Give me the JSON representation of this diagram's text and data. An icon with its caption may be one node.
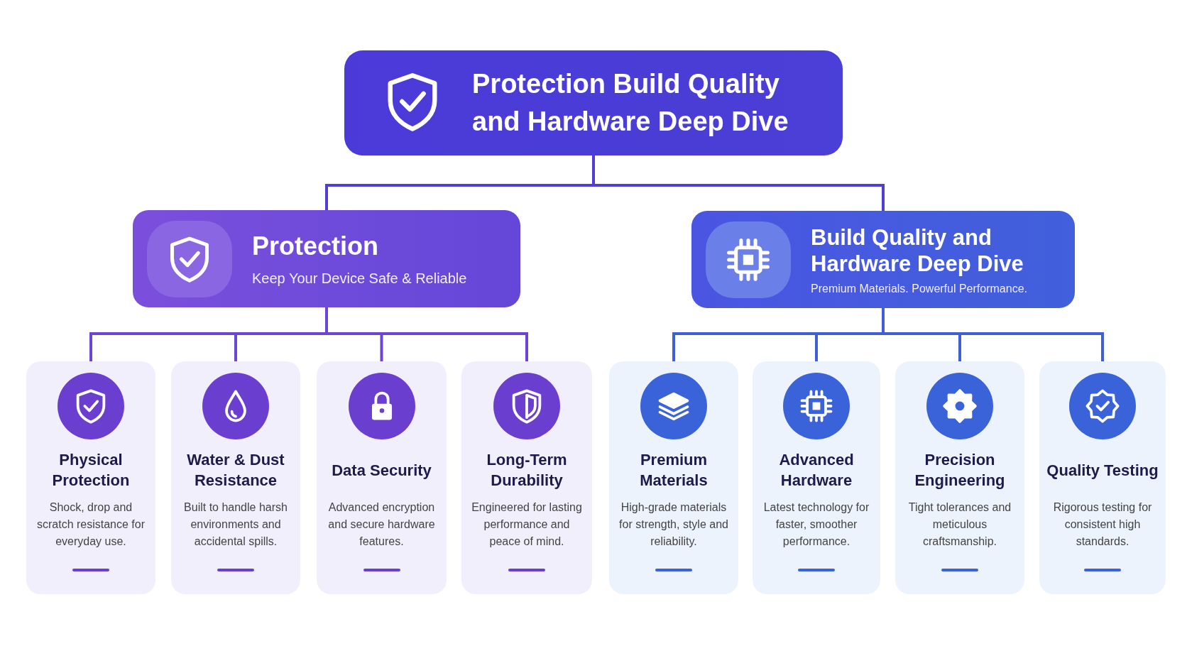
{
  "diagram": {
    "nodes": [
      {
        "text": [
          "Protection Build Quality and Hardware Deep Dive"
        ]
      },
      {
        "text": [
          "Protection",
          "Keep Your Device Safe & Reliable"
        ]
      },
      {
        "text": [
          "Build Quality and Hardware Deep Dive",
          "Premium Materials. Powerful Performance."
        ]
      },
      {
        "text": [
          "Physical Protection",
          "Shock, drop and scratch resistance for everyday use."
        ]
      },
      {
        "text": [
          "Water & Dust Resistance",
          "Built to handle harsh environments and accidental spills."
        ]
      },
      {
        "text": [
          "Data Security",
          "Advanced encryption and secure hardware features."
        ]
      },
      {
        "text": [
          "Long-Term Durability",
          "Engineered for lasting performance and peace of mind."
        ]
      },
      {
        "text": [
          "Premium Materials",
          "High-grade materials for strength, style and reliability."
        ]
      },
      {
        "text": [
          "Advanced Hardware",
          "Latest technology for faster, smoother performance."
        ]
      },
      {
        "text": [
          "Precision Engineering",
          "Tight tolerances and meticulous craftsmanship."
        ]
      },
      {
        "text": [
          "Quality Testing",
          "Rigorous testing for consistent high standards."
        ]
      }
    ],
    "edges": [
      {
        "from": 0,
        "to": 1,
        "arrow": "none",
        "color": "#4f3fd6"
      },
      {
        "from": 0,
        "to": 2,
        "arrow": "none",
        "color": "#4f3fd6"
      },
      {
        "from": 1,
        "to": 3,
        "arrow": "none",
        "color": "#6a45d6"
      },
      {
        "from": 1,
        "to": 4,
        "arrow": "none",
        "color": "#6a45d6"
      },
      {
        "from": 1,
        "to": 5,
        "arrow": "none",
        "color": "#6a45d6"
      },
      {
        "from": 1,
        "to": 6,
        "arrow": "none",
        "color": "#6a45d6"
      },
      {
        "from": 2,
        "to": 7,
        "arrow": "none",
        "color": "#3f5fd8"
      },
      {
        "from": 2,
        "to": 8,
        "arrow": "none",
        "color": "#3f5fd8"
      },
      {
        "from": 2,
        "to": 9,
        "arrow": "none",
        "color": "#3f5fd8"
      },
      {
        "from": 2,
        "to": 10,
        "arrow": "none",
        "color": "#3f5fd8"
      }
    ]
  }
}
